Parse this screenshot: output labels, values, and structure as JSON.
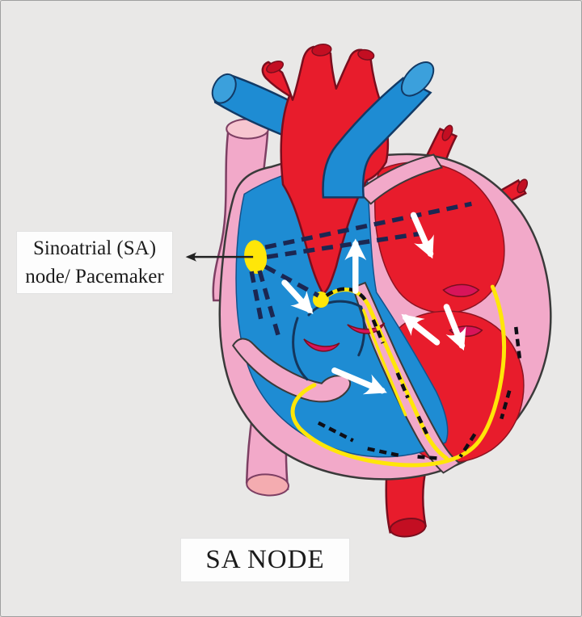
{
  "callout": {
    "line1": "Sinoatrial (SA)",
    "line2": "node/ Pacemaker"
  },
  "caption": {
    "text": "SA NODE"
  },
  "colors": {
    "bg": "#e9e8e7",
    "red": "#e81c2c",
    "red_dark": "#c30e22",
    "blue": "#1e8cd3",
    "blue_cap": "#3ba0dc",
    "pink": "#f2a9c9",
    "pink_light": "#f7c6d0",
    "salmon": "#f4acb0",
    "yellow": "#ffe608",
    "navy_dash": "#1b2752",
    "ink_dash": "#0e0e16",
    "valve": "#d8145a",
    "arrow_white": "#ffffff",
    "callout_line": "#222222"
  }
}
